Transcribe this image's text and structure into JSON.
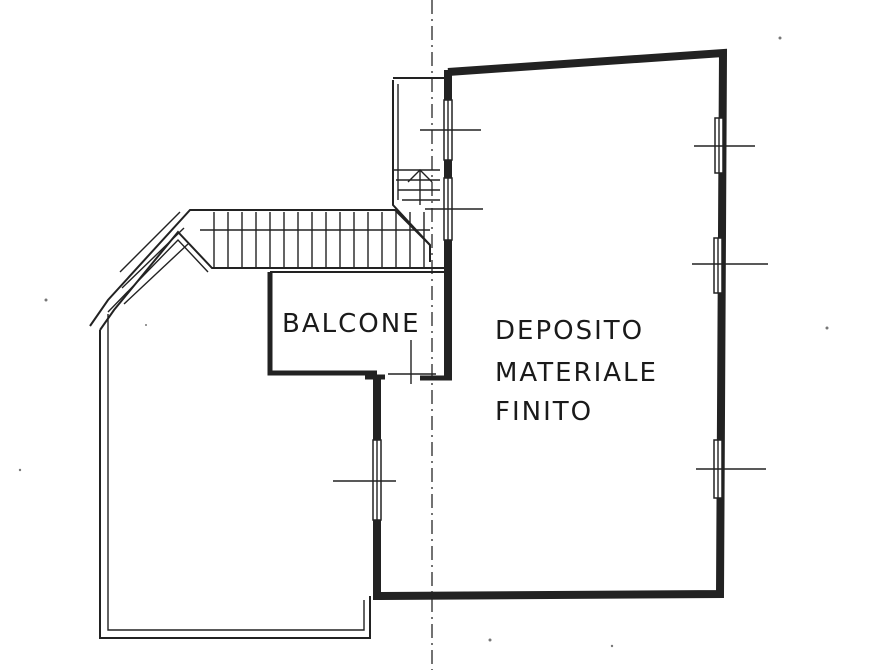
{
  "rooms": {
    "balcone": "BALCONE",
    "deposito": [
      "DEPOSITO",
      "MATERIALE",
      "FINITO"
    ]
  },
  "colors": {
    "ink": "#222222",
    "paper": "#ffffff"
  }
}
